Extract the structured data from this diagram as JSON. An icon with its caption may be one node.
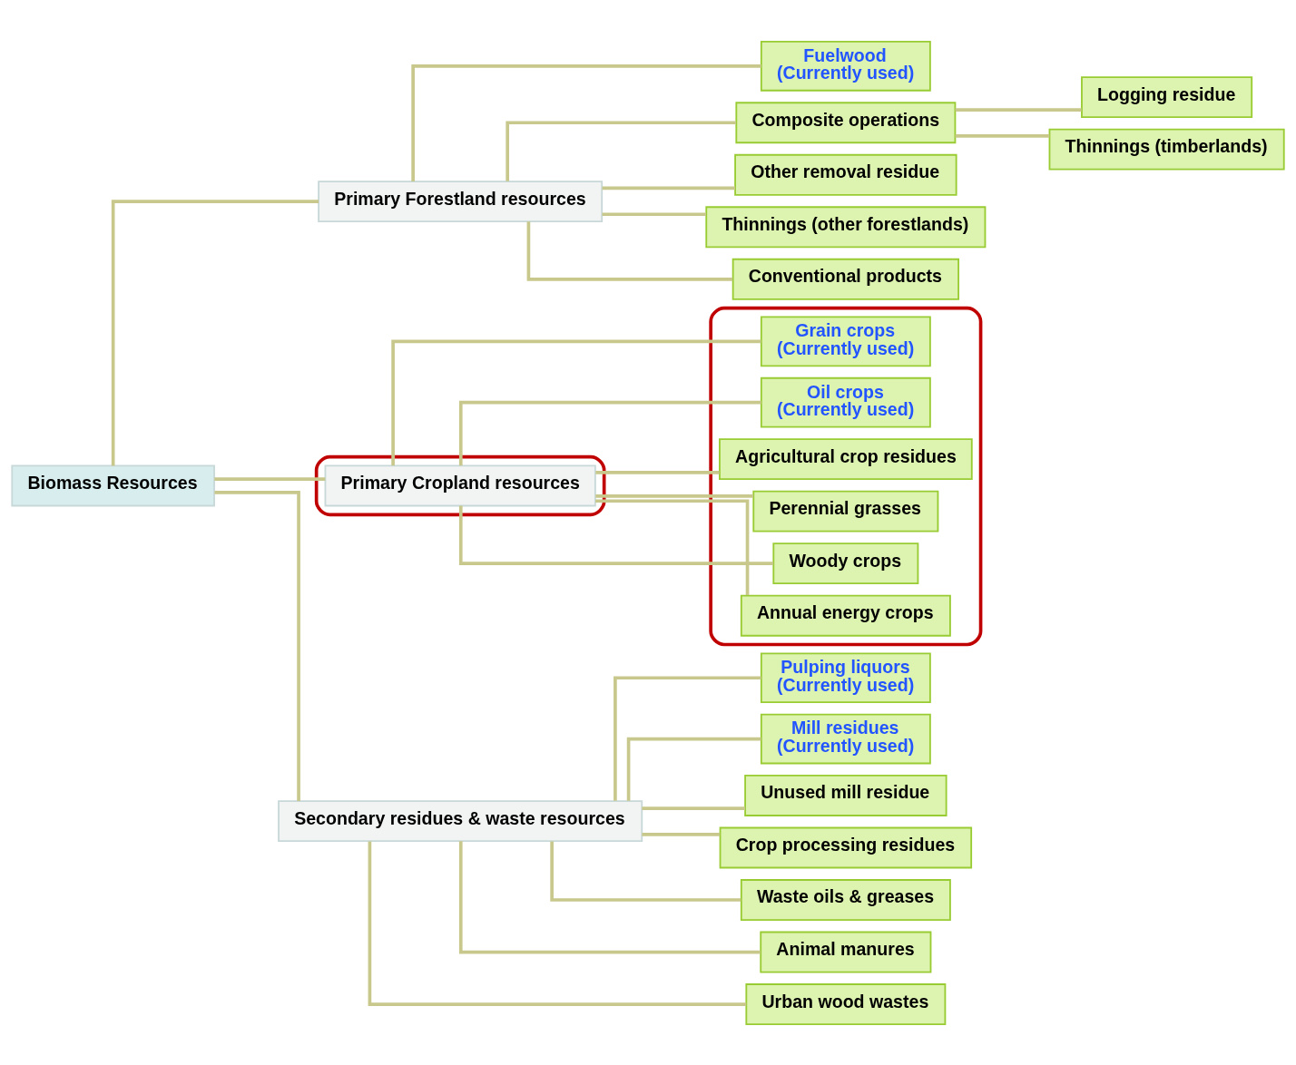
{
  "diagram": {
    "nodes": [
      {
        "text": [
          "Biomass Resources"
        ]
      },
      {
        "text": [
          "Primary Forestland resources"
        ]
      },
      {
        "text": [],
        "shape": "ellipse"
      },
      {
        "text": [
          "Primary Cropland resources"
        ],
        "in": 2
      },
      {
        "text": [
          "Secondary residues & waste resources"
        ]
      },
      {
        "text": [
          "Fuelwood",
          "(Currently used)"
        ]
      },
      {
        "text": [
          "Composite operations"
        ]
      },
      {
        "text": [
          "Logging residue"
        ]
      },
      {
        "text": [
          "Thinnings (timberlands)"
        ]
      },
      {
        "text": [
          "Other removal residue"
        ]
      },
      {
        "text": [
          "Thinnings (other forestlands)"
        ]
      },
      {
        "text": [
          "Conventional products"
        ]
      },
      {
        "text": [],
        "shape": "ellipse"
      },
      {
        "text": [
          "Grain crops",
          "(Currently used)"
        ],
        "in": 12
      },
      {
        "text": [
          "Oil crops",
          "(Currently used)"
        ],
        "in": 12
      },
      {
        "text": [
          "Agricultural crop residues"
        ],
        "in": 12
      },
      {
        "text": [
          "Perennial grasses"
        ],
        "in": 12
      },
      {
        "text": [
          "Woody crops"
        ],
        "in": 12
      },
      {
        "text": [
          "Annual energy crops"
        ],
        "in": 12
      },
      {
        "text": [
          "Pulping liquors",
          "(Currently used)"
        ]
      },
      {
        "text": [
          "Mill residues",
          "(Currently used)"
        ]
      },
      {
        "text": [
          "Unused mill residue"
        ]
      },
      {
        "text": [
          "Crop processing residues"
        ]
      },
      {
        "text": [
          "Waste oils & greases"
        ]
      },
      {
        "text": [
          "Animal manures"
        ]
      },
      {
        "text": [
          "Urban wood wastes"
        ]
      }
    ],
    "edges": [
      {
        "from": 0,
        "to": 1,
        "arrow": "none"
      },
      {
        "from": 0,
        "to": 3,
        "arrow": "none"
      },
      {
        "from": 0,
        "to": 4,
        "arrow": "none"
      },
      {
        "from": 1,
        "to": 5,
        "arrow": "none"
      },
      {
        "from": 1,
        "to": 6,
        "arrow": "none"
      },
      {
        "from": 6,
        "to": 7,
        "arrow": "none"
      },
      {
        "from": 6,
        "to": 8,
        "arrow": "none"
      },
      {
        "from": 1,
        "to": 9,
        "arrow": "none"
      },
      {
        "from": 1,
        "to": 10,
        "arrow": "none"
      },
      {
        "from": 1,
        "to": 11,
        "arrow": "none"
      },
      {
        "from": 3,
        "to": 13,
        "arrow": "none"
      },
      {
        "from": 3,
        "to": 14,
        "arrow": "none"
      },
      {
        "from": 3,
        "to": 15,
        "arrow": "none"
      },
      {
        "from": 3,
        "to": 16,
        "arrow": "none"
      },
      {
        "from": 3,
        "to": 17,
        "arrow": "none"
      },
      {
        "from": 3,
        "to": 18,
        "arrow": "none"
      },
      {
        "from": 4,
        "to": 19,
        "arrow": "none"
      },
      {
        "from": 4,
        "to": 20,
        "arrow": "none"
      },
      {
        "from": 4,
        "to": 21,
        "arrow": "none"
      },
      {
        "from": 4,
        "to": 22,
        "arrow": "none"
      },
      {
        "from": 4,
        "to": 23,
        "arrow": "none"
      },
      {
        "from": 4,
        "to": 24,
        "arrow": "none"
      },
      {
        "from": 4,
        "to": 25,
        "arrow": "none"
      }
    ]
  }
}
